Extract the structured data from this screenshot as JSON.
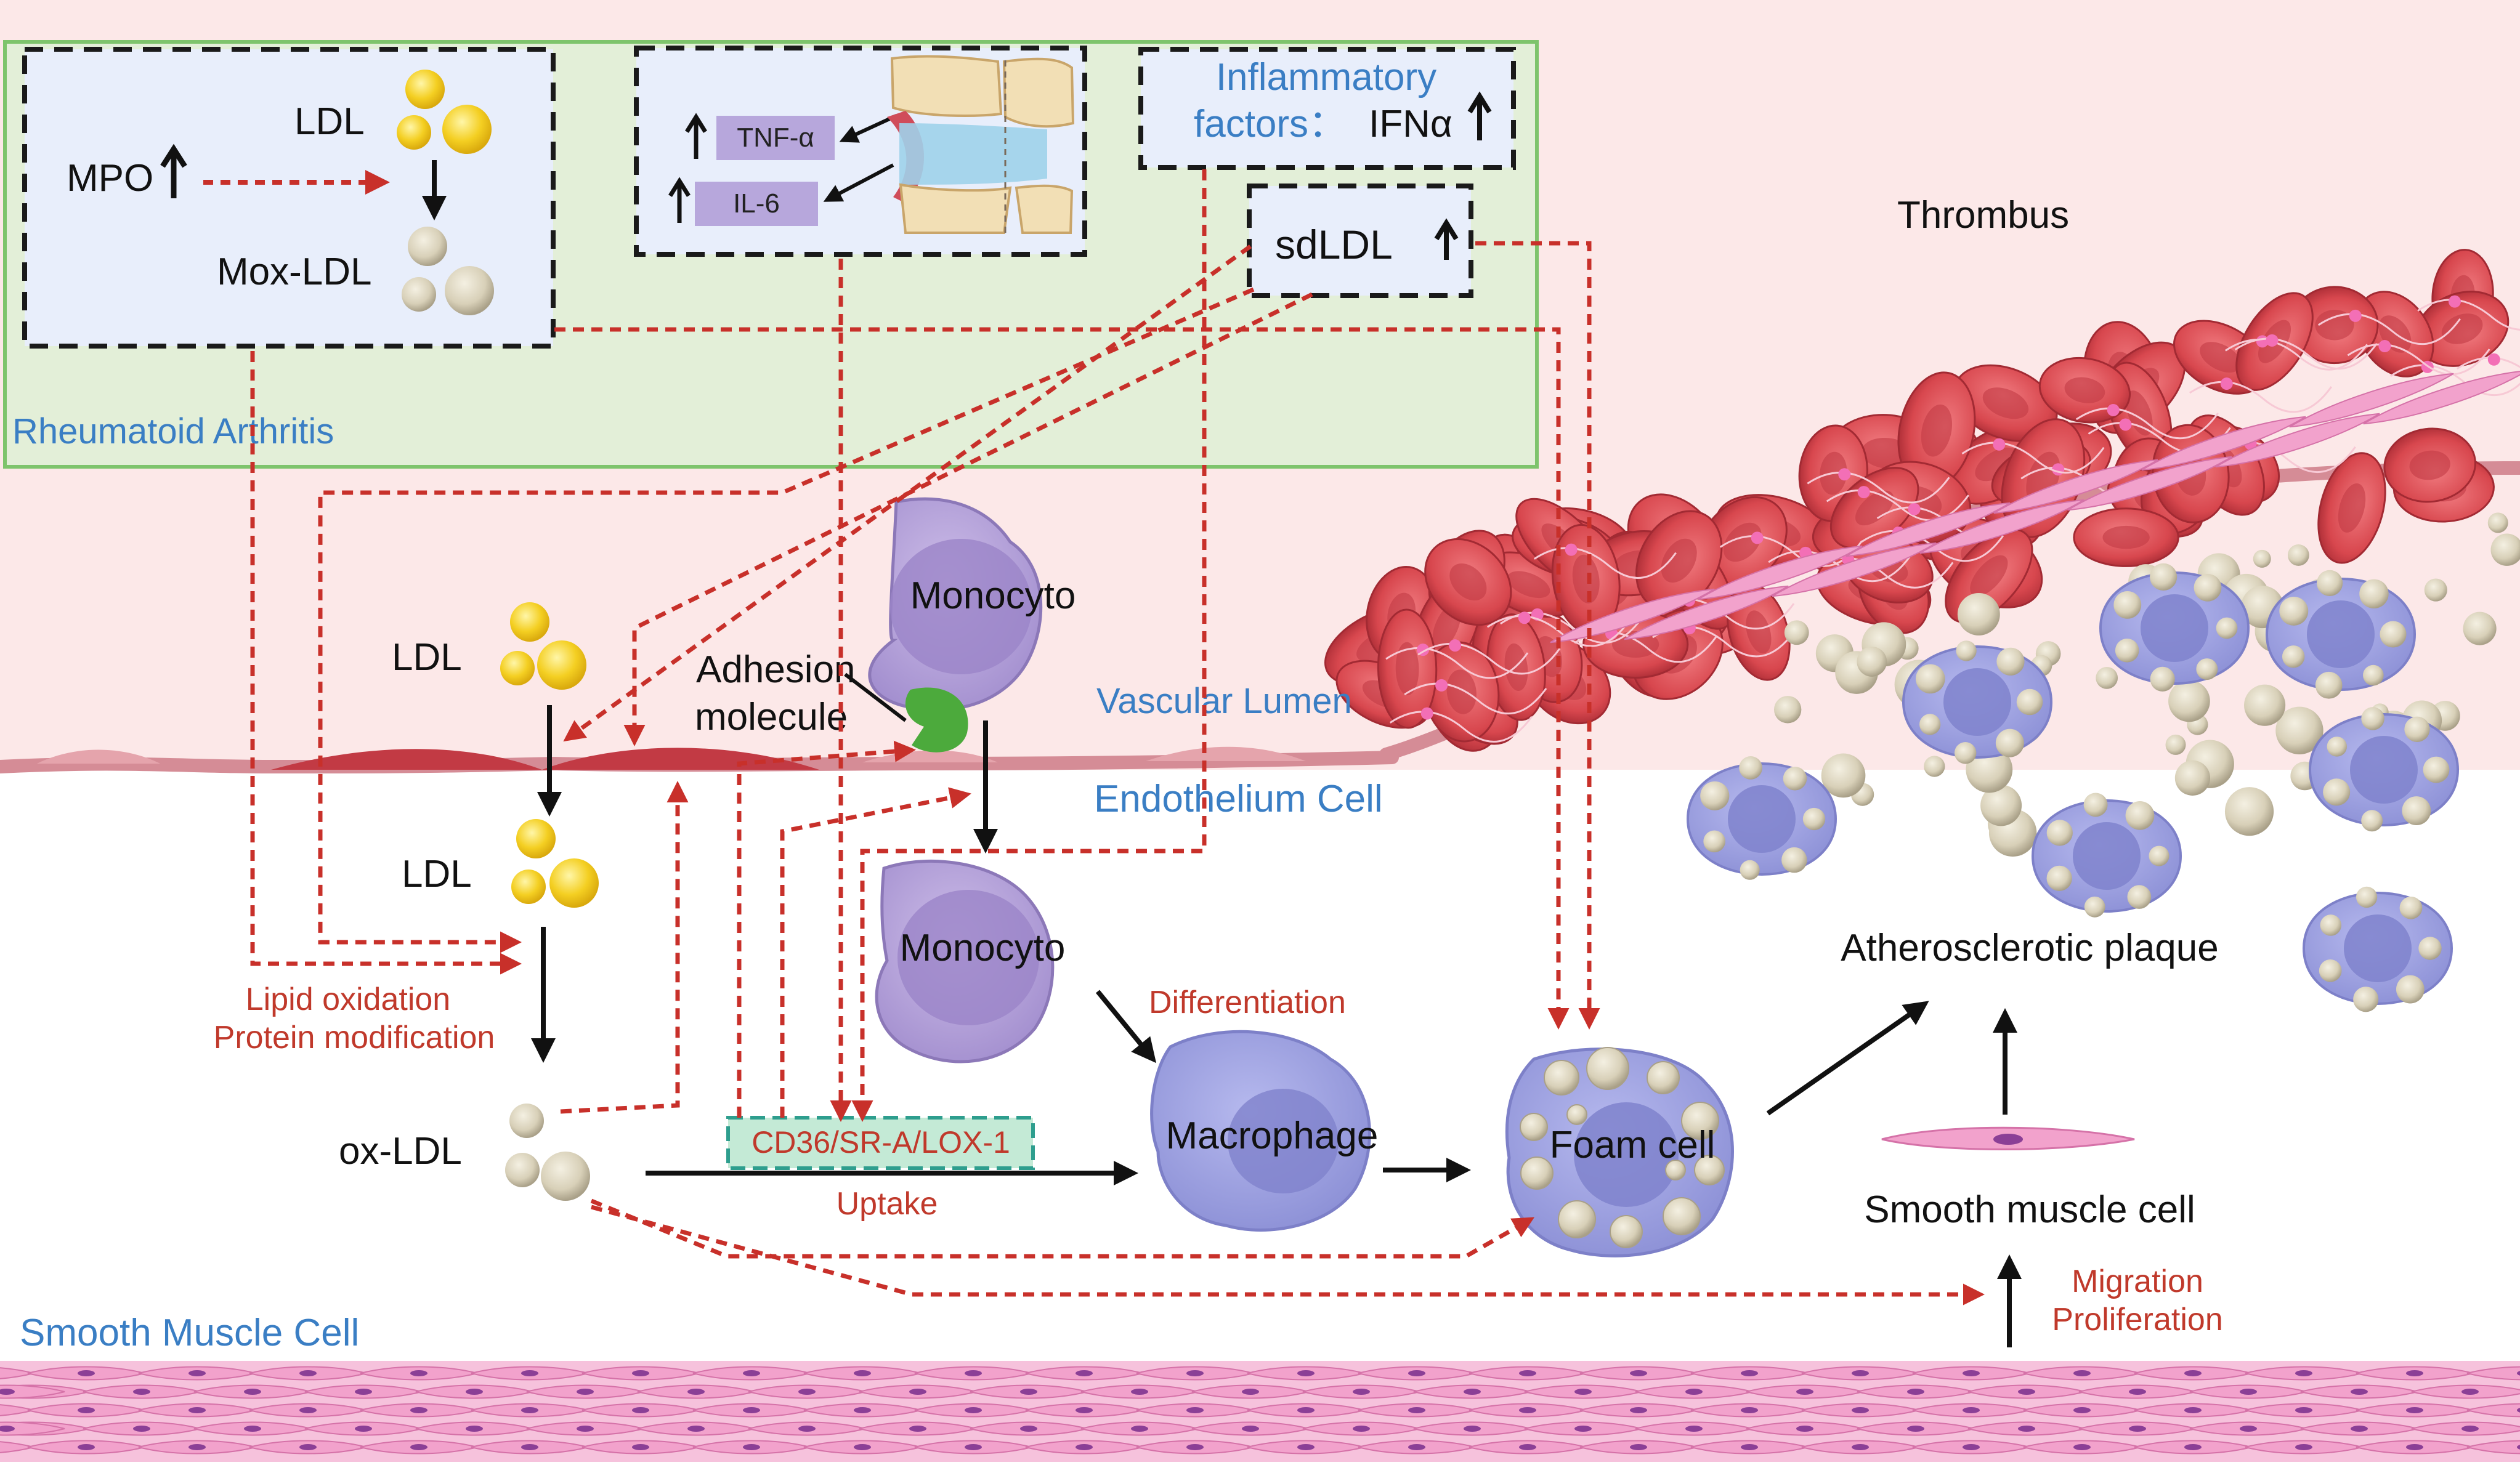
{
  "colors": {
    "lumen_bg": "#fce8e8",
    "ra_box_fill": "#e3efd8",
    "ra_box_border": "#7ec46c",
    "inset_fill": "#e8eefb",
    "label_blue": "#3a7ec4",
    "label_red": "#c0392b",
    "arrow_red": "#c8302a",
    "ldl_yellow": "#f4cf22",
    "oxldl_beige": "#d8d0b8",
    "monocyte": "#b7a3d8",
    "macrophage": "#9fa3e0",
    "smooth_muscle": "#f2a2cc",
    "rbc": "#d8474e",
    "cytokine_box": "#b7a7dc",
    "receptor_fill": "#c4ead6",
    "receptor_border": "#2e9e8e"
  },
  "icons": [
    "ldl-particle",
    "mox-ldl-particle",
    "ox-ldl-particle",
    "joint-icon",
    "monocyte-cell",
    "macrophage-cell",
    "foam-cell",
    "red-blood-cell",
    "smooth-muscle-cell",
    "adhesion-molecule",
    "up-arrow"
  ],
  "ra": {
    "title": "Rheumatoid Arthritis",
    "mpo_label": "MPO",
    "ldl_label": "LDL",
    "moxldl_label": "Mox-LDL",
    "tnf_label": "TNF-α",
    "il6_label": "IL-6",
    "inflammatory_line1": "Inflammatory",
    "inflammatory_line2": "factors：",
    "ifn_label": "IFNα",
    "sdldl_label": "sdLDL"
  },
  "vessel": {
    "thrombus_label": "Thrombus",
    "lumen_label": "Vascular Lumen",
    "endothelium_label": "Endothelium Cell",
    "smooth_muscle_layer_label": "Smooth Muscle Cell"
  },
  "pathway": {
    "ldl_top_label": "LDL",
    "ldl_mid_label": "LDL",
    "oxidation_line1": "Lipid oxidation",
    "oxidation_line2": "Protein modification",
    "oxldl_label": "ox-LDL",
    "adhesion_line1": "Adhesion",
    "adhesion_line2": "molecule",
    "monocyte_top_label": "Monocyto",
    "monocyte_mid_label": "Monocyto",
    "differentiation_label": "Differentiation",
    "macrophage_label": "Macrophage",
    "receptor_label": "CD36/SR-A/LOX-1",
    "uptake_label": "Uptake",
    "foam_cell_label": "Foam cell",
    "plaque_label": "Atherosclerotic plaque",
    "smc_label": "Smooth muscle cell",
    "migration_line1": "Migration",
    "migration_line2": "Proliferation"
  }
}
